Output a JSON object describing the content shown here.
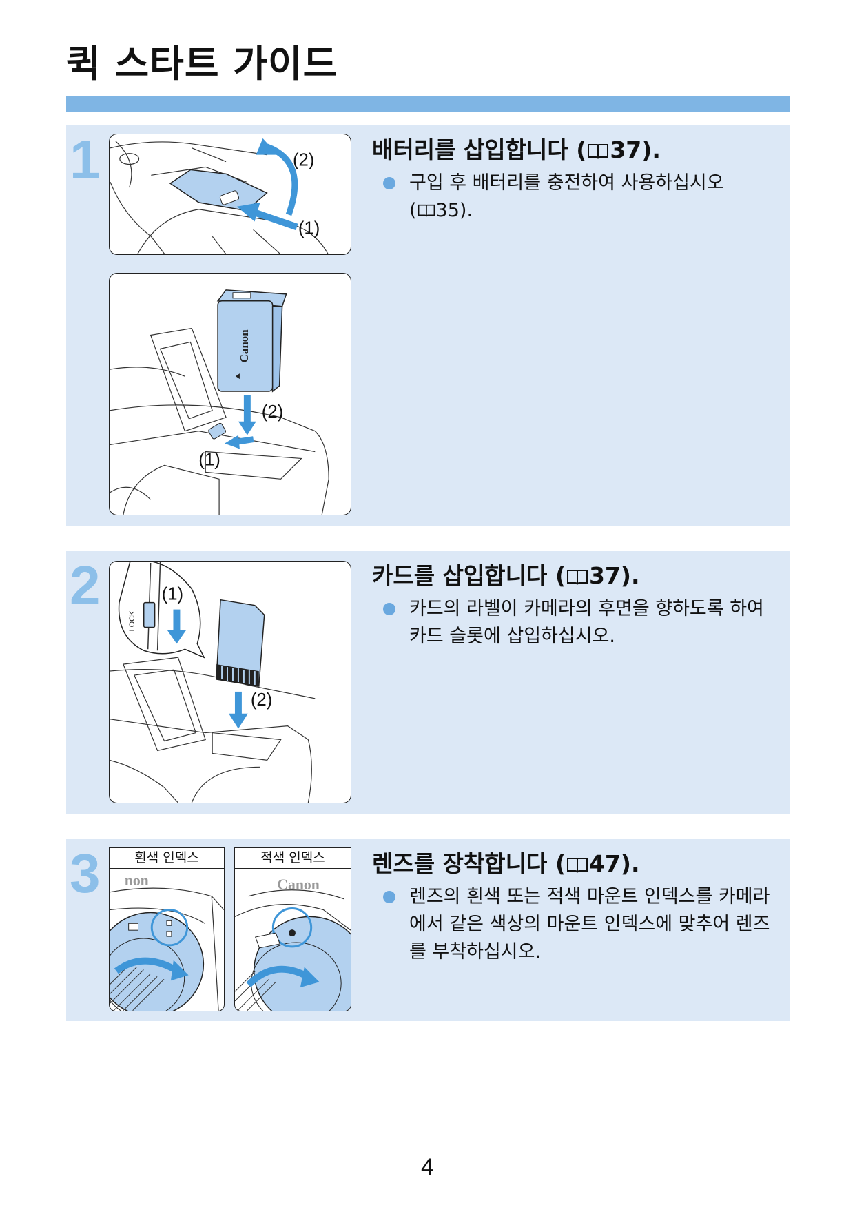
{
  "page": {
    "title": "퀵 스타트 가이드",
    "number": "4"
  },
  "steps": [
    {
      "number": "1",
      "heading": "배터리를 삽입합니다 (",
      "ref": "37",
      "heading_end": ").",
      "bullet_text": "구입 후 배터리를 충전하여 사용하십시오",
      "bullet_ref_open": "(",
      "bullet_ref": "35",
      "bullet_ref_close": ").",
      "illus_top": {
        "callout_2": "(2)",
        "callout_1": "(1)"
      },
      "illus_bottom": {
        "brand": "Canon",
        "callout_2": "(2)",
        "callout_1": "(1)"
      }
    },
    {
      "number": "2",
      "heading": "카드를 삽입합니다 (",
      "ref": "37",
      "heading_end": ").",
      "bullet_text": "카드의 라벨이 카메라의 후면을 향하도록 하여 카드 슬롯에 삽입하십시오.",
      "illus": {
        "callout_1": "(1)",
        "callout_2": "(2)",
        "lock": "LOCK"
      }
    },
    {
      "number": "3",
      "heading": "렌즈를 장착합니다 (",
      "ref": "47",
      "heading_end": ").",
      "bullet_text": "렌즈의 흰색 또는 적색 마운트 인덱스를 카메라에서 같은 색상의 마운트 인덱스에 맞추어 렌즈를 부착하십시오.",
      "label_white": "흰색 인덱스",
      "label_red": "적색 인덱스",
      "brand_partial_left": "non",
      "brand_partial_right": "Canon"
    }
  ],
  "colors": {
    "title_bar": "#7fb5e4",
    "panel": "#dce8f6",
    "step_number": "#8cbfe9",
    "arrow": "#3f96d8",
    "part_fill": "#b3d1ef"
  },
  "icons": [
    "book-icon"
  ]
}
